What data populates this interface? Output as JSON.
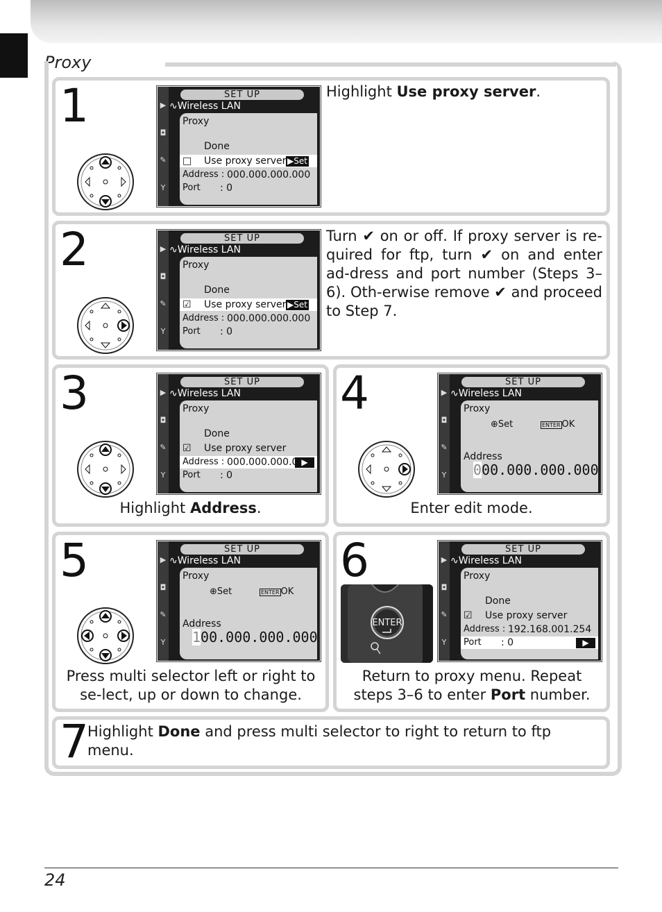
{
  "section_title": "Proxy",
  "page_number": "24",
  "screen": {
    "header": "SET  UP",
    "wlan": "Wireless LAN",
    "proxy": "Proxy",
    "done": "Done",
    "use_proxy": "Use proxy server",
    "set_label": "Set",
    "address_label": "Address",
    "address_row": "Address :",
    "port_row": "Port",
    "colon_zero": ": 0",
    "addr_zero": "000.000.000.000",
    "addr_zero_trunc": "000.000.000.0",
    "addr_step4": "00.000.000.000",
    "addr_step4_cursor": "0",
    "addr_step5": "00.000.000.000",
    "addr_step5_cursor": "1",
    "addr_step6": "192.168.001.254",
    "ok_label": "OK",
    "enter_label": "ENTER",
    "box_unchecked": "□",
    "box_checked": "☑"
  },
  "steps": [
    {
      "num": "1",
      "text_pre": "Highlight ",
      "text_bold": "Use proxy server",
      "text_post": "."
    },
    {
      "num": "2",
      "text": "Turn ✔ on or off.  If proxy server is re-quired for ftp, turn ✔ on and enter ad-dress and port number (Steps 3–6).  Oth-erwise remove ✔ and proceed to Step 7."
    },
    {
      "num": "3",
      "text_pre": "Highlight ",
      "text_bold": "Address",
      "text_post": "."
    },
    {
      "num": "4",
      "text": "Enter edit mode."
    },
    {
      "num": "5",
      "text": "Press multi selector left or right to se-lect, up or down to change."
    },
    {
      "num": "6",
      "text_pre": "Return to proxy menu.  Repeat steps 3–6 to enter ",
      "text_bold": "Port",
      "text_post": " number."
    },
    {
      "num": "7",
      "text_pre": "Highlight ",
      "text_bold": "Done",
      "text_post": " and press multi selector to right to return to ftp menu."
    }
  ],
  "button_label": "ENTER"
}
